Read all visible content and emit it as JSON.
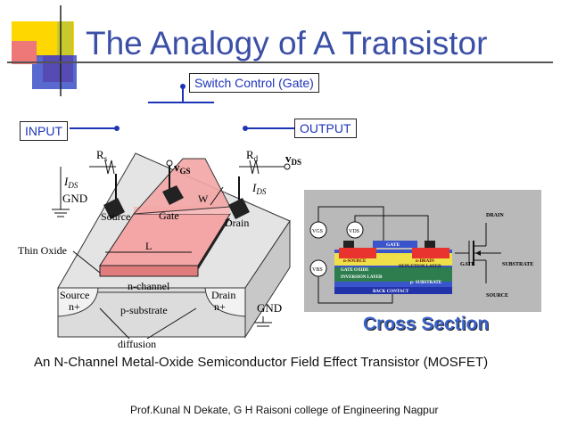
{
  "slide": {
    "title": "The Analogy of A Transistor",
    "gate_box": "Switch Control (Gate)",
    "input_box": "INPUT",
    "output_box": "OUTPUT",
    "caption": "An N-Channel Metal-Oxide Semiconductor Field Effect Transistor (MOSFET)",
    "footer": "Prof.Kunal N Dekate, G H Raisoni college of Engineering Nagpur"
  },
  "mosfet_3d": {
    "rs": "R",
    "rs_sub": "s",
    "rd": "R",
    "rd_sub": "d",
    "vgs": "v",
    "vgs_sub": "GS",
    "vds": "v",
    "vds_sub": "DS",
    "ids_left": "I",
    "ids_left_sub": "DS",
    "ids_right": "I",
    "ids_right_sub": "DS",
    "gnd_left": "GND",
    "gnd_right": "GND",
    "source_terminal": "Source",
    "gate_terminal": "Gate",
    "drain_terminal": "Drain",
    "w": "W",
    "l": "L",
    "thin_oxide": "Thin Oxide",
    "source_region": "Source",
    "source_doping": "n+",
    "drain_region": "Drain",
    "drain_doping": "n+",
    "n_channel": "n-channel",
    "p_substrate": "p-substrate",
    "diffusion": "diffusion"
  },
  "cross_section": {
    "label": "Cross Section",
    "vgs": "VGS",
    "vds": "VDS",
    "vbs": "VBS",
    "gate": "GATE",
    "n_source": "n-SOURCE",
    "n_drain": "n-DRAIN",
    "depletion": "DEPLETION LAYER",
    "gate_oxide": "GATE OXIDE",
    "inversion": "INVERSION LAYER",
    "p_substrate": "p- SUBSTRATE",
    "back_contact": "BACK CONTACT"
  },
  "symbol": {
    "drain": "DRAIN",
    "gate": "GATE",
    "substrate": "SUBSTRATE",
    "source": "SOURCE"
  },
  "colors": {
    "title": "#3b4fa6",
    "deco_yellow": "#ffd700",
    "deco_red": "#e83a3a",
    "deco_blue": "#3b4fc8",
    "gate_pink": "#f4a6a6",
    "cross_bg": "#b9b9b9"
  }
}
